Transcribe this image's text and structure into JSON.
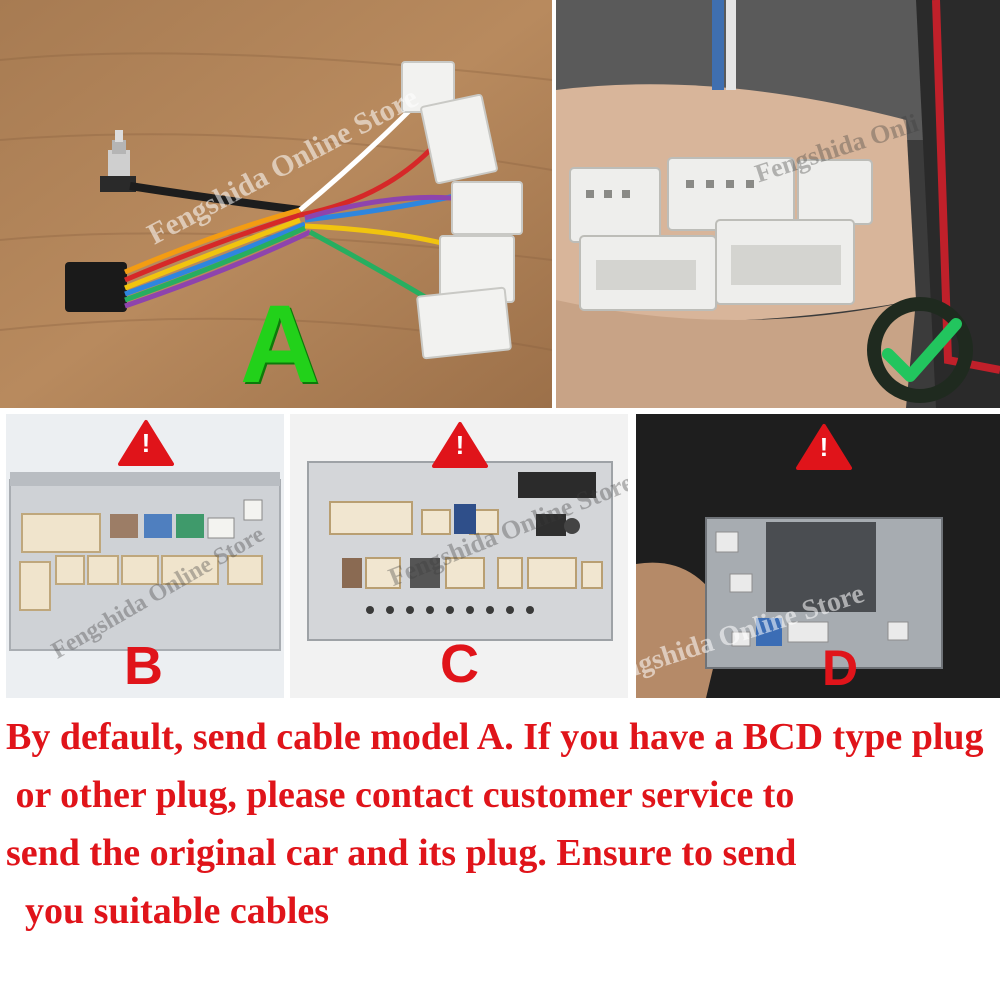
{
  "panels": {
    "a": {
      "letter": "A",
      "watermark": "Fengshida Online Store"
    },
    "check": {
      "watermark": "Fengshida Onli"
    },
    "b": {
      "letter": "B",
      "watermark": "Fengshida Online Store"
    },
    "c": {
      "letter": "C",
      "watermark": "Fengshida Online Store"
    },
    "d": {
      "letter": "D",
      "watermark": "Fengshida Online Store"
    }
  },
  "warning_symbol": "!",
  "caption": {
    "line1": "By default, send cable model A. If you have a BCD type plug",
    "line2": " or other plug, please contact customer service to",
    "line3": "send the original car and its plug. Ensure to send",
    "line4": "  you suitable cables"
  },
  "colors": {
    "caption": "#e0141a",
    "letter_a": "#22d11a",
    "letter_bcd": "#e0141a",
    "warning": "#e0141a",
    "check": "#22c55e"
  }
}
